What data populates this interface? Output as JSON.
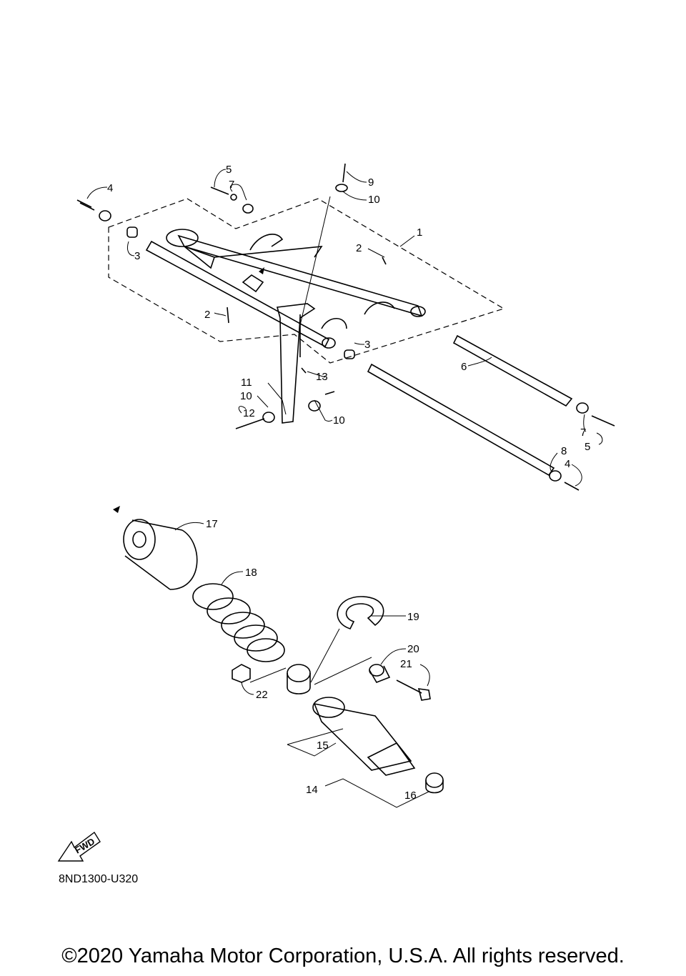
{
  "diagram_code": "8ND1300-U320",
  "copyright": "©2020 Yamaha Motor Corporation, U.S.A. All rights reserved.",
  "fwd_label": "FWD",
  "callouts": {
    "c1": "1",
    "c2a": "2",
    "c2b": "2",
    "c3a": "3",
    "c3b": "3",
    "c4a": "4",
    "c4b": "4",
    "c5a": "5",
    "c5b": "5",
    "c6": "6",
    "c7a": "7",
    "c7b": "7",
    "c8": "8",
    "c9": "9",
    "c10a": "10",
    "c10b": "10",
    "c10c": "10",
    "c11": "11",
    "c12": "12",
    "c13": "13",
    "c14": "14",
    "c15": "15",
    "c16": "16",
    "c17": "17",
    "c18": "18",
    "c19": "19",
    "c20": "20",
    "c21": "21",
    "c22": "22"
  }
}
